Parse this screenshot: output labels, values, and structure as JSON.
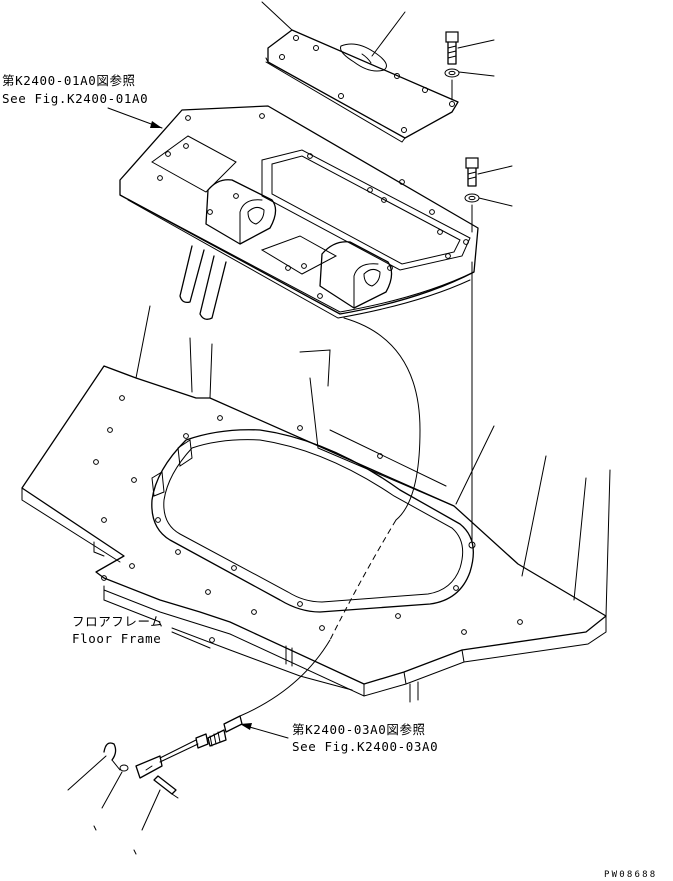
{
  "references": {
    "plate_ref_jp": "第K2400-01A0図参照",
    "plate_ref_en": "See Fig.K2400-01A0",
    "cable_ref_jp": "第K2400-03A0図参照",
    "cable_ref_en": "See Fig.K2400-03A0"
  },
  "floor_frame": {
    "label_jp": "フロアフレーム",
    "label_en": "Floor Frame"
  },
  "drawing_code": "PW08688"
}
